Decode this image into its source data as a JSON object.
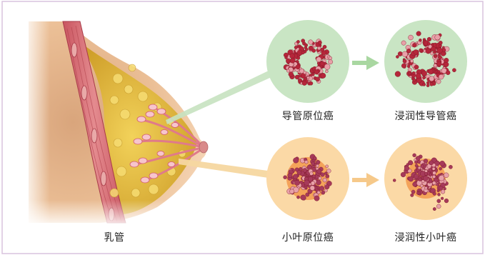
{
  "labels": {
    "breast": "乳管",
    "dcis": "导管原位癌",
    "idc": "浸润性导管癌",
    "lcis": "小叶原位癌",
    "ilc": "浸润性小叶癌"
  },
  "colors": {
    "frame": "#d9c3dd",
    "ductal_circle": "#c9e5c4",
    "lobular_circle": "#fbd9a6",
    "ductal_ray": "#c7e2c0",
    "lobular_ray": "#f5d7a0",
    "ductal_arrow": "#a9d7a1",
    "lobular_arrow": "#f6c98a",
    "cell_red": "#b5263a",
    "skin": "#e9b98f",
    "fat": "#e6c23a",
    "muscle": "#d76a73"
  }
}
